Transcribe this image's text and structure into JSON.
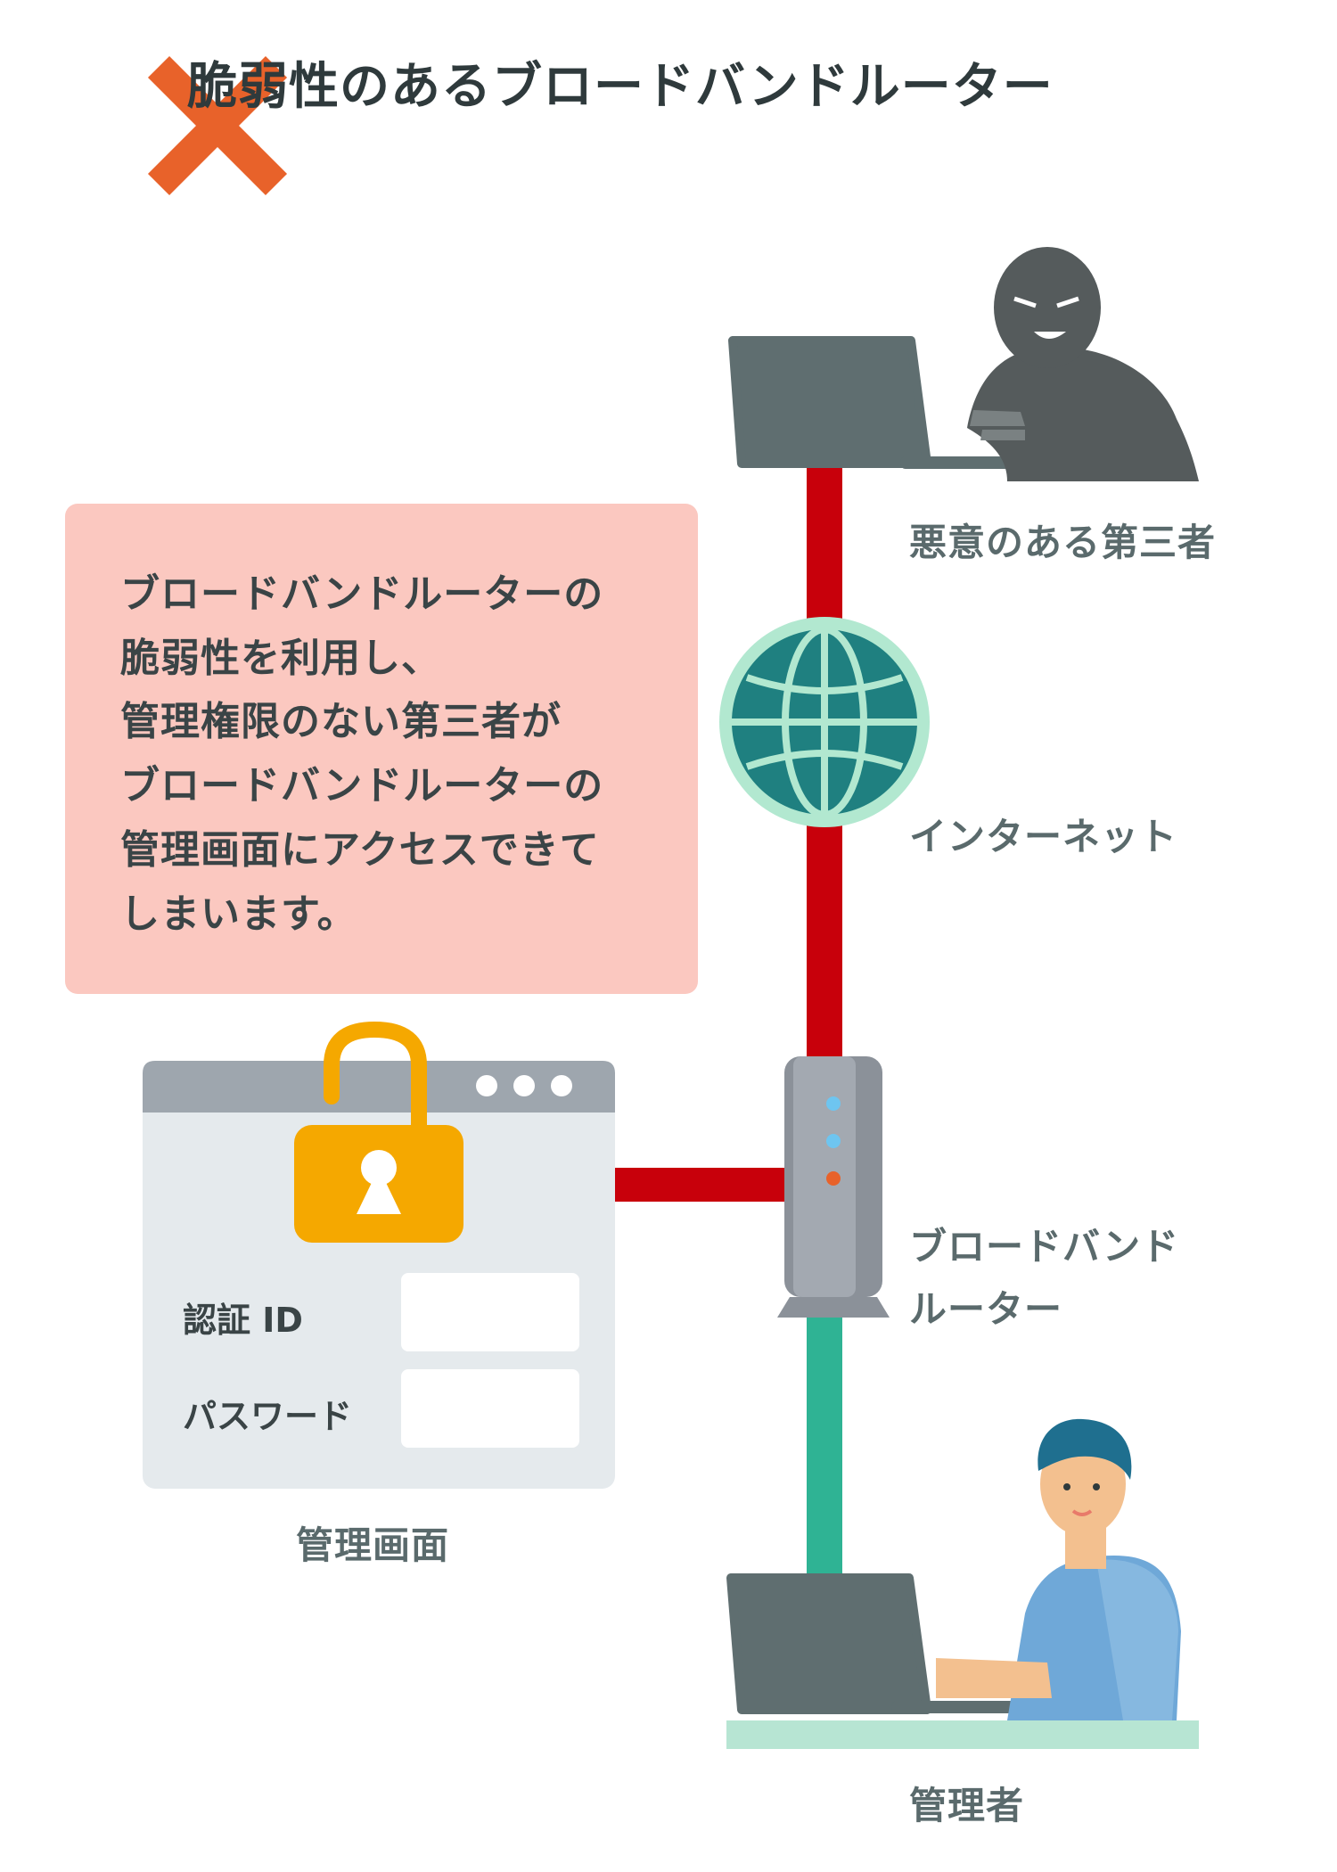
{
  "title": "脆弱性のあるブロードバンドルーター",
  "callout": {
    "lines": [
      "ブロードバンドルーターの",
      "脆弱性を利用し、",
      "管理権限のない第三者が",
      "ブロードバンドルーターの",
      "管理画面にアクセスできて",
      "しまいます。"
    ]
  },
  "nodes": {
    "attacker": "悪意のある第三者",
    "internet": "インターネット",
    "router_line1": "ブロードバンド",
    "router_line2": "ルーター",
    "admin": "管理者"
  },
  "admin_panel": {
    "label": "管理画面",
    "id_label": "認証 ID",
    "password_label": "パスワード"
  },
  "colors": {
    "attack_line": "#c8000b",
    "safe_line": "#2fb394",
    "cross_mark": "#e8622a",
    "callout_bg": "#fbc8c0",
    "globe": "#1f8080",
    "lock": "#f5a800"
  },
  "icons": [
    "cross-icon",
    "laptop-icon",
    "attacker-figure",
    "globe-icon",
    "router-icon",
    "padlock-open-icon",
    "admin-figure",
    "arrow-left-icon"
  ]
}
